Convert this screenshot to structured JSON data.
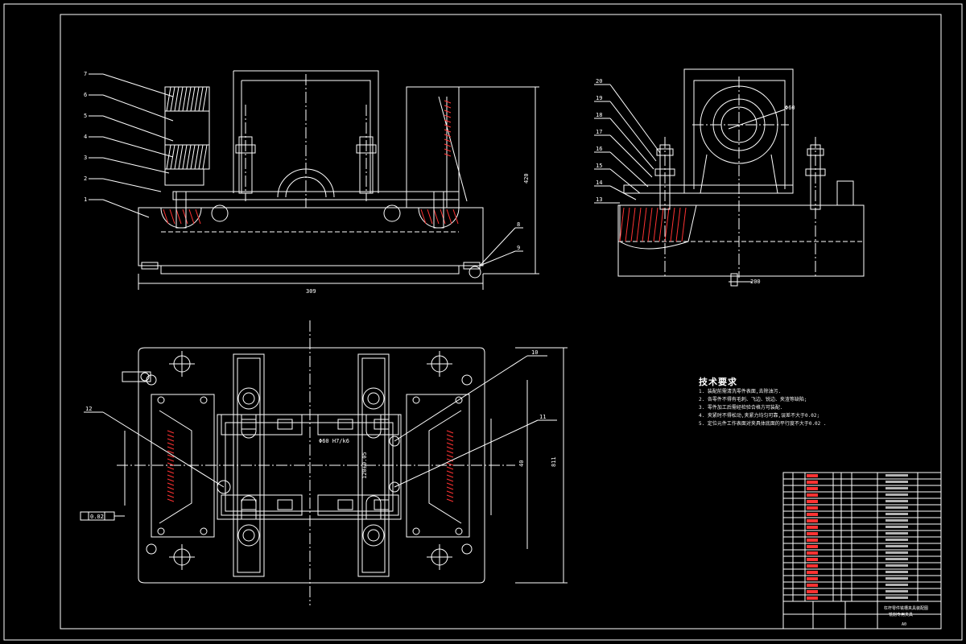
{
  "drawing": {
    "background": "#000000",
    "line_color": "#ffffff",
    "accent_color": "#ff3333",
    "leader_labels_front": [
      "7",
      "6",
      "5",
      "4",
      "3",
      "2",
      "1"
    ],
    "leader_labels_front_right": [
      "8",
      "9"
    ],
    "leader_labels_side": [
      "20",
      "19",
      "18",
      "17",
      "16",
      "15",
      "14",
      "13"
    ],
    "leader_labels_plan": [
      "12",
      "10",
      "11"
    ],
    "dimensions": {
      "front_width": "309",
      "front_height": "420",
      "plan_height": "811",
      "plan_inner": "40",
      "side_bore": "Φ60",
      "plan_center_x": "Φ60 H7/k6",
      "plan_center_y": "120±0.05",
      "flatness_tol": "0.02"
    },
    "technical_notes": {
      "title": "技术要求",
      "lines": [
        "1. 装配前需清洗零件表面,去除油污.",
        "2. 各零件不得有毛刺、飞边、锐边、夹渣等缺陷;",
        "3. 零件加工后需经检验合格方可装配.",
        "4. 夹紧时不得松动,夹紧力均匀可靠,误差不大于0.02;",
        "5. 定位元件工作表面对夹具体底面的平行度不大于0.02 ."
      ]
    },
    "title_block": {
      "drawing_title": "杠杆零件铣槽夹具装配图",
      "subtitle": "铣削专用夹具",
      "sheet": "A0"
    }
  }
}
